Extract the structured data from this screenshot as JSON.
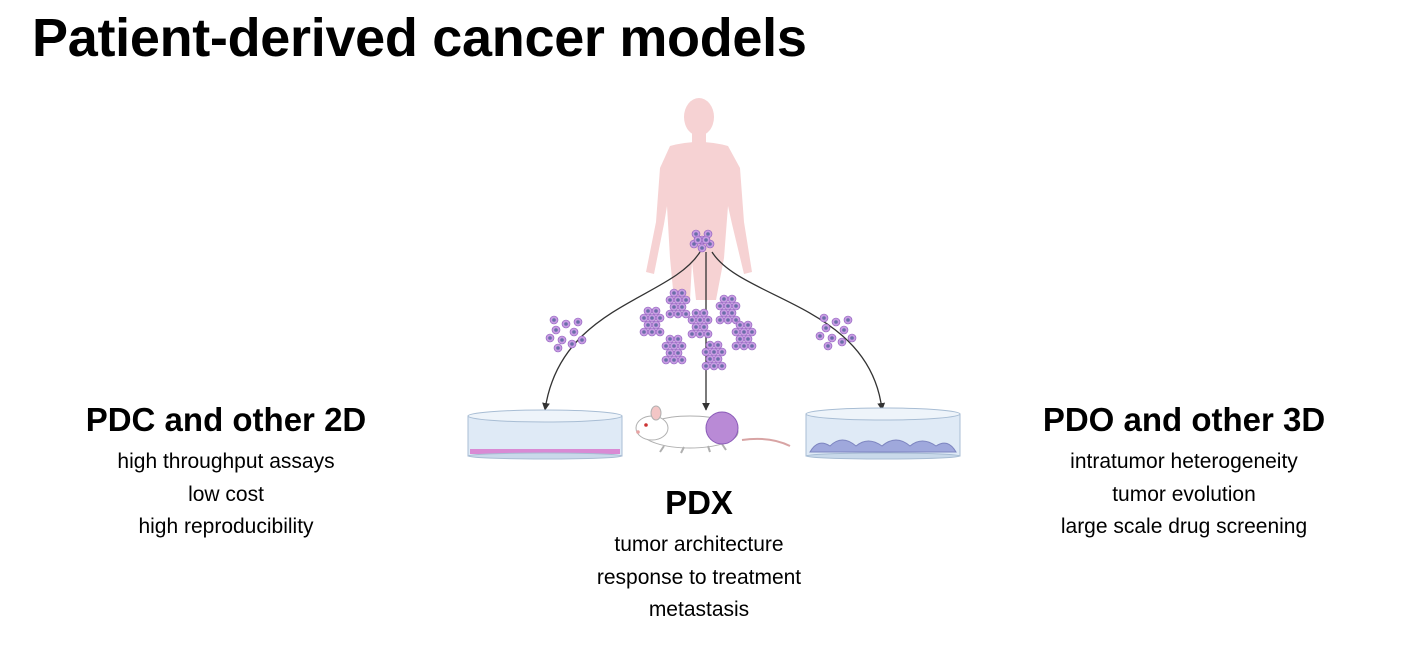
{
  "title": "Patient-derived cancer models",
  "models": [
    {
      "heading": "PDC and other 2D",
      "features": [
        "high throughput assays",
        "low cost",
        "high reproducibility"
      ]
    },
    {
      "heading": "PDX",
      "features": [
        "tumor architecture",
        "response to treatment",
        "metastasis"
      ]
    },
    {
      "heading": "PDO and other 3D",
      "features": [
        "intratumor heterogeneity",
        "tumor evolution",
        "large scale drug screening"
      ]
    }
  ],
  "colors": {
    "body": "#f6d2d3",
    "tumor": "#b98ad6",
    "tumor_border": "#8a5ab8",
    "cell": "#c79be3",
    "nucleus": "#6a6fa8",
    "dish": "#dfeaf6",
    "arrow": "#333333"
  }
}
